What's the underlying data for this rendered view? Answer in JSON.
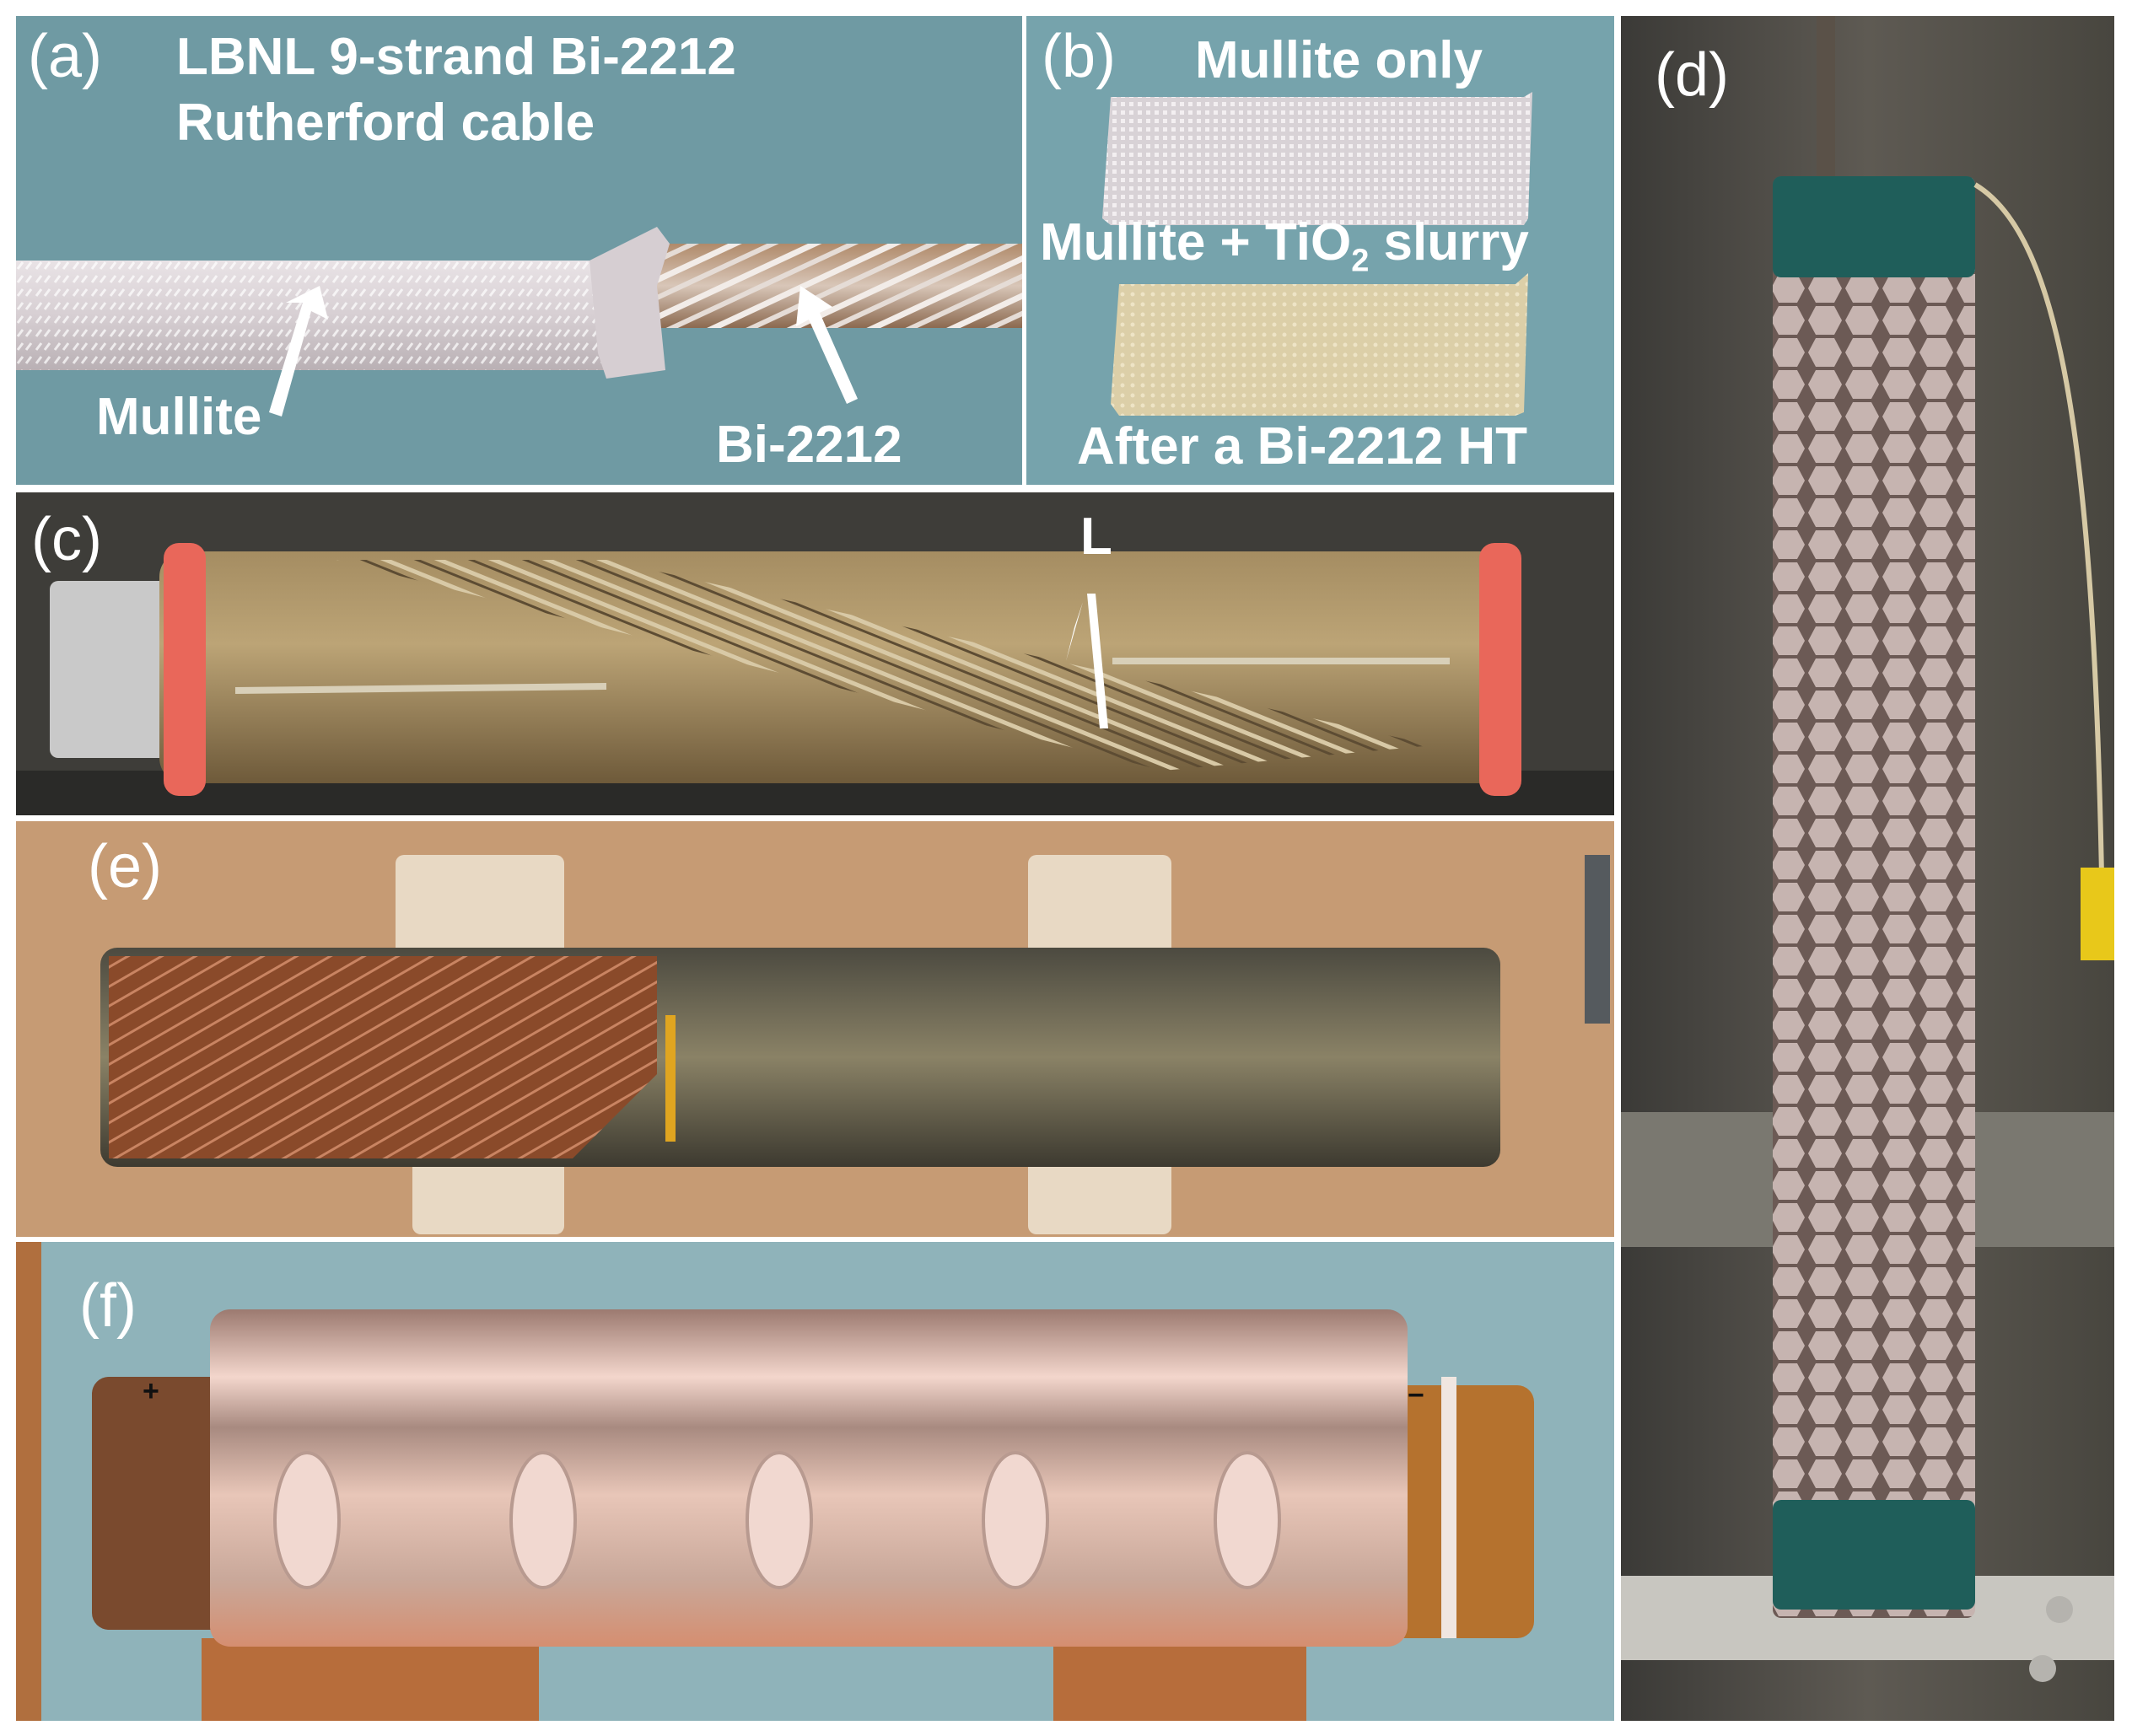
{
  "figure": {
    "panels": {
      "a": {
        "label": "(a)",
        "title_line1": "LBNL 9-strand Bi-2212",
        "title_line2": "Rutherford cable",
        "annotations": [
          "Mullite",
          "Bi-2212"
        ],
        "background_color": "#6f9aa3"
      },
      "b": {
        "label": "(b)",
        "caption_top": "Mullite only",
        "caption_middle_prefix": "Mullite + TiO",
        "caption_middle_subscript": "2",
        "caption_middle_suffix": " slurry",
        "caption_bottom": "After a Bi-2212 HT",
        "background_color": "#76a3ac"
      },
      "c": {
        "label": "(c)",
        "annotation": "L",
        "strap_color": "#e9675a"
      },
      "d": {
        "label": "(d)",
        "tape_color": "#1f5e5a",
        "connector_color": "#e8c81a"
      },
      "e": {
        "label": "(e)",
        "board_color": "#c69b74"
      },
      "f": {
        "label": "(f)",
        "polarity_plus": "+",
        "polarity_minus": "−",
        "clamp_count": 5
      }
    }
  }
}
